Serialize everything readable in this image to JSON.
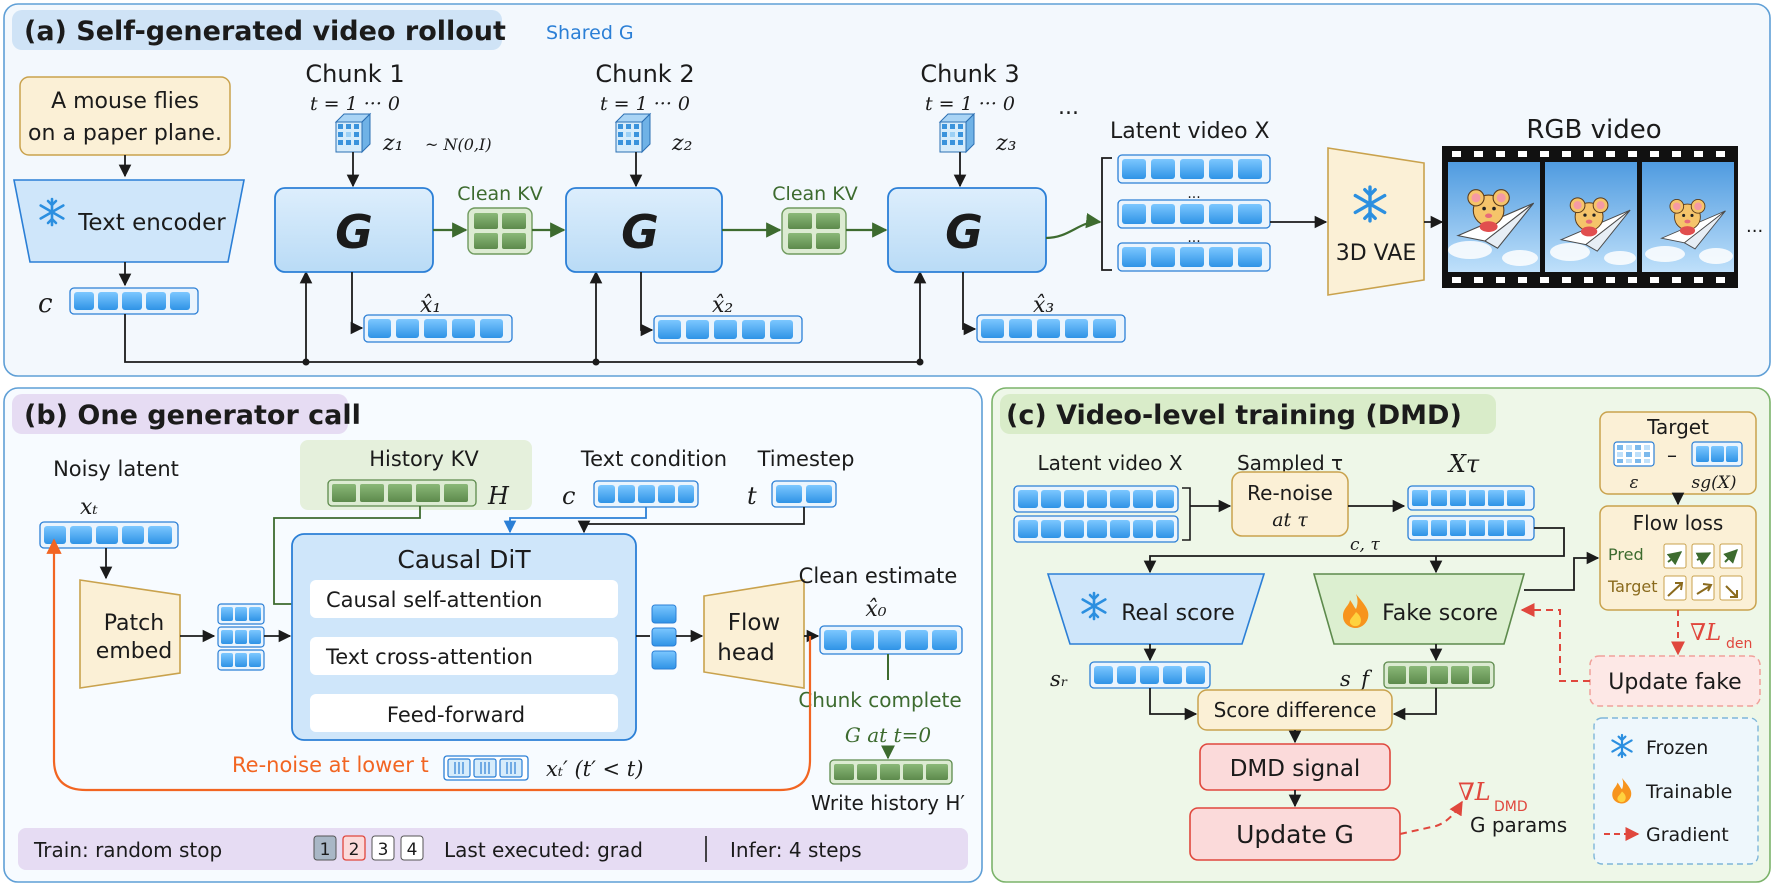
{
  "panel_a": {
    "title": "(a) Self-generated video rollout",
    "shared_label": "Shared G",
    "prompt_line1": "A mouse flies",
    "prompt_line2": "on a paper plane.",
    "text_encoder": "Text encoder",
    "cond_symbol": "c",
    "chunks": [
      {
        "label": "Chunk 1",
        "t_range": "t = 1 ··· 0",
        "z": "z₁",
        "g": "G",
        "xhat": "x̂₁"
      },
      {
        "label": "Chunk 2",
        "t_range": "t = 1 ··· 0",
        "z": "z₂",
        "g": "G",
        "xhat": "x̂₂"
      },
      {
        "label": "Chunk 3",
        "t_range": "t = 1 ··· 0",
        "z": "z₃",
        "g": "G",
        "xhat": "x̂₃"
      }
    ],
    "noise_dist": "~ N(0,I)",
    "clean_kv": "Clean KV",
    "ellipsis": "...",
    "latent_video": "Latent video X",
    "latent_dots": "...",
    "vae": "3D VAE",
    "rgb_video": "RGB video"
  },
  "panel_b": {
    "title": "(b) One generator call",
    "noisy_latent": "Noisy latent",
    "xt": "xₜ",
    "history_kv": "History KV",
    "h_symbol": "H",
    "text_condition": "Text condition",
    "c_symbol": "c",
    "timestep": "Timestep",
    "t_symbol": "t",
    "patch_embed_line1": "Patch",
    "patch_embed_line2": "embed",
    "dit_title": "Causal DiT",
    "layers": [
      "Causal self-attention",
      "Text cross-attention",
      "Feed-forward"
    ],
    "flow_head_line1": "Flow",
    "flow_head_line2": "head",
    "clean_estimate": "Clean estimate",
    "x0hat": "x̂₀",
    "chunk_complete": "Chunk complete",
    "g_at_t0": "G at t=0",
    "write_history": "Write history H′",
    "renoise": "Re-noise at lower t",
    "xt_prime": "xₜ′  (t′ < t)",
    "train_label": "Train: random stop",
    "steps": [
      "1",
      "2",
      "3",
      "4"
    ],
    "last_executed": "Last executed: grad",
    "infer": "Infer: 4 steps"
  },
  "panel_c": {
    "title": "(c) Video-level training (DMD)",
    "latent_video": "Latent video X",
    "sampled_tau": "Sampled τ",
    "renoise_line1": "Re-noise",
    "renoise_line2": "at τ",
    "x_tau": "Xτ",
    "c_tau": "c, τ",
    "real_score": "Real score",
    "fake_score": "Fake score",
    "s_r": "sᵣ",
    "s_f": "s_f",
    "score_difference": "Score difference",
    "dmd_signal": "DMD signal",
    "update_g": "Update G",
    "grad_dmd": "∇L",
    "grad_dmd_sub": "DMD",
    "g_params": "G params",
    "target_title": "Target",
    "eps": "ε",
    "minus": "–",
    "sg_x": "sg(X)",
    "flow_loss": "Flow loss",
    "pred": "Pred",
    "target": "Target",
    "grad_den": "∇L",
    "grad_den_sub": "den",
    "update_fake": "Update fake",
    "legend": [
      {
        "icon": "snowflake",
        "label": "Frozen"
      },
      {
        "icon": "flame",
        "label": "Trainable"
      },
      {
        "icon": "dashed-arrow",
        "label": "Gradient"
      }
    ]
  },
  "colors": {
    "panel_border": "#5f9fd6",
    "panel_a_bg": "#f3f8fd",
    "panel_b_bg": "#f7fbff",
    "panel_c_bg": "#eef7e8",
    "title_a_bg": "#cfe3f6",
    "title_b_bg": "#e6dcf3",
    "title_c_bg": "#d9ecc9",
    "g_block": "#cfe6fa",
    "green_kv": "#6f9a5e",
    "cream": "#fbf0d6",
    "red_box": "#fbdada",
    "red": "#e0473d",
    "orange": "#f26522",
    "token_blue": "#4aa8ee",
    "green_text": "#3d6b2f"
  }
}
